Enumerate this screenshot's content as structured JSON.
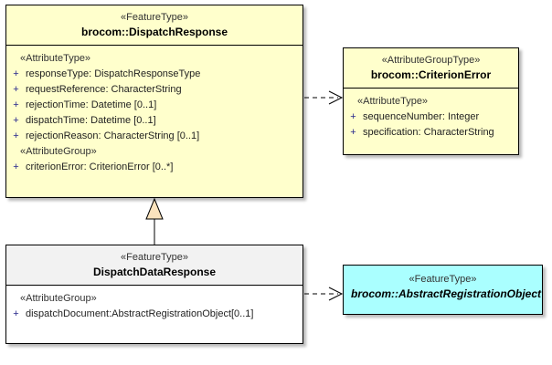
{
  "diagram": {
    "title": "UML class diagram",
    "colors": {
      "feature_type_fill": "#FFFFCC",
      "attribute_group_type_fill": "#FFFFCC",
      "plain_class_fill": "#FFFFFF",
      "plain_class_header_fill": "#F2F2F2",
      "abstract_class_fill": "#AAFFFF",
      "border": "#000000",
      "visibility_marker": "#2A2A8C"
    }
  },
  "classes": {
    "dispatch_response": {
      "stereotype": "«FeatureType»",
      "name": "brocom::DispatchResponse",
      "sections": [
        {
          "group": "«AttributeType»",
          "attributes": [
            {
              "visibility": "+",
              "text": "responseType: DispatchResponseType"
            },
            {
              "visibility": "+",
              "text": "requestReference: CharacterString"
            },
            {
              "visibility": "+",
              "text": "rejectionTime: Datetime [0..1]"
            },
            {
              "visibility": "+",
              "text": "dispatchTime: Datetime [0..1]"
            },
            {
              "visibility": "+",
              "text": "rejectionReason: CharacterString [0..1]"
            }
          ]
        },
        {
          "group": "«AttributeGroup»",
          "attributes": [
            {
              "visibility": "+",
              "text": "criterionError: CriterionError [0..*]"
            }
          ]
        }
      ]
    },
    "criterion_error": {
      "stereotype": "«AttributeGroupType»",
      "name": "brocom::CriterionError",
      "sections": [
        {
          "group": "«AttributeType»",
          "attributes": [
            {
              "visibility": "+",
              "text": "sequenceNumber: Integer"
            },
            {
              "visibility": "+",
              "text": "specification: CharacterString"
            }
          ]
        }
      ]
    },
    "dispatch_data_response": {
      "stereotype": "«FeatureType»",
      "name": "DispatchDataResponse",
      "sections": [
        {
          "group": "«AttributeGroup»",
          "attributes": [
            {
              "visibility": "+",
              "text": "dispatchDocument:AbstractRegistrationObject[0..1]"
            }
          ]
        }
      ]
    },
    "abstract_registration_object": {
      "stereotype": "«FeatureType»",
      "name": "brocom::AbstractRegistrationObject"
    }
  },
  "connectors": [
    {
      "id": "generalization",
      "kind": "generalization",
      "from": "dispatch_data_response",
      "to": "dispatch_response",
      "style": "solid-hollow-triangle"
    },
    {
      "id": "dependency-criterion-error",
      "kind": "dependency",
      "from": "dispatch_response",
      "to": "criterion_error",
      "style": "dashed-open-arrow"
    },
    {
      "id": "dependency-abstract-registration-object",
      "kind": "dependency",
      "from": "dispatch_data_response",
      "to": "abstract_registration_object",
      "style": "dashed-open-arrow"
    }
  ]
}
